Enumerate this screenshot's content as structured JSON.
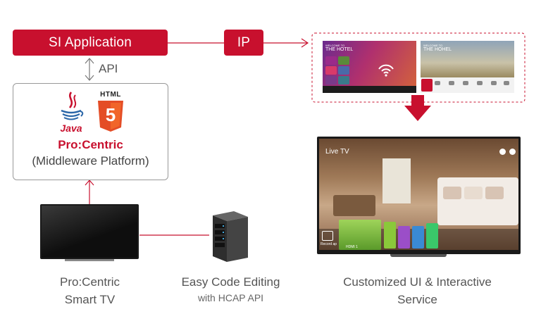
{
  "si_app_label": "SI Application",
  "ip_label": "IP",
  "api_label": "API",
  "platform": {
    "java_logo": "Java",
    "html_logo_top": "HTML",
    "html_logo_num": "5",
    "name": "Pro:Centric",
    "subtitle": "(Middleware Platform)"
  },
  "screens": {
    "hotel_welcome_1_top": "WELCOME TO",
    "hotel_name_1": "THE HOTEL",
    "hotel_welcome_2_top": "WELCOME TO",
    "hotel_name_2": "THE HOHEL",
    "live_tv": "Live TV",
    "channel_label": "HDMI 1",
    "record_label": "Record ap"
  },
  "captions": {
    "smart_tv_line1": "Pro:Centric",
    "smart_tv_line2": "Smart TV",
    "code_line1": "Easy Code Editing",
    "code_line2": "with HCAP API",
    "ui_line1": "Customized UI & Interactive",
    "ui_line2": "Service"
  },
  "colors": {
    "accent": "#c8102e",
    "line": "#c8102e",
    "arrow_gray": "#777777"
  }
}
